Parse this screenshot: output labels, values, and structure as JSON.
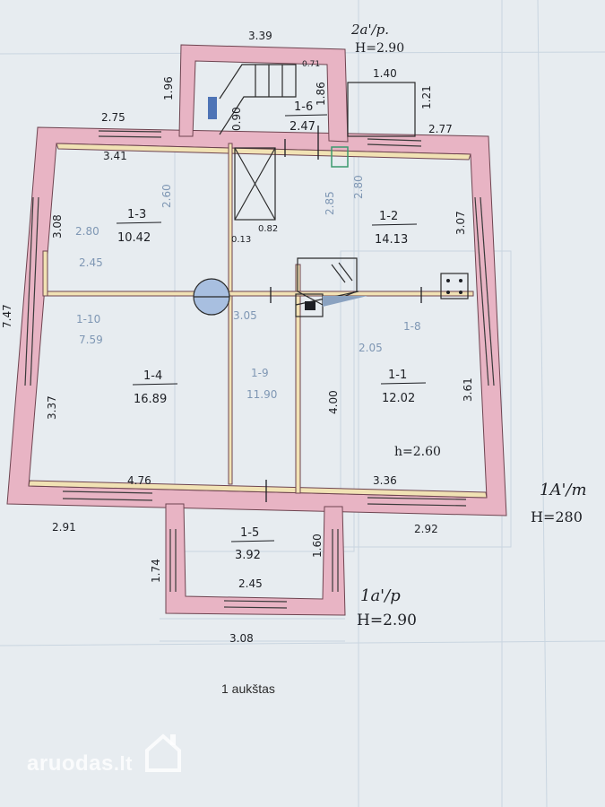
{
  "colors": {
    "paper": "#e7ecf0",
    "wall": "#e8b4c4",
    "inner_wall": "#f1e2b4",
    "ink": "#1d1f24",
    "ghost_ink": "#7f97b4",
    "grid": "#c6d3df"
  },
  "labels": {
    "upper_floor": "2a'/p.",
    "upper_height": "H=2.90",
    "right_block": "1A'/m",
    "right_height": "H=280",
    "porch_block": "1a'/p",
    "porch_height": "H=2.90",
    "room_height": "h=2.60"
  },
  "dimensions": {
    "top_stair": "3.39",
    "stair_side": "1.96",
    "stair_small": "0.71",
    "stair_inner_a": "0.90",
    "stair_inner_b": "1.86",
    "top_right_width": "1.40",
    "top_right_depth": "1.21",
    "top_left": "2.75",
    "top_right": "2.77",
    "room13_width": "3.41",
    "left_upper": "3.08",
    "left_total": "7.47",
    "left_lower": "3.37",
    "pantry_a": "0.13",
    "pantry_b": "0.82",
    "right_upper": "3.07",
    "right_lower": "3.61",
    "mid_wall": "4.00",
    "bottom_left_inner": "4.76",
    "bottom_right_inner": "3.36",
    "bottom_left_outer": "2.91",
    "bottom_right_outer": "2.92",
    "porch_left": "1.74",
    "porch_right": "1.60",
    "porch_inner": "2.45",
    "porch_outer": "3.08"
  },
  "rooms": [
    {
      "id": "1-1",
      "area": "12.02"
    },
    {
      "id": "1-2",
      "area": "14.13"
    },
    {
      "id": "1-3",
      "area": "10.42"
    },
    {
      "id": "1-4",
      "area": "16.89"
    },
    {
      "id": "1-5",
      "area": "3.92"
    },
    {
      "id": "1-6",
      "area": "2.47"
    }
  ],
  "faint": {
    "ghost_a": "2.80",
    "ghost_b": "2.45",
    "ghost_c": "1-10",
    "ghost_d": "7.59",
    "ghost_e": "1-9",
    "ghost_f": "11.90",
    "ghost_g": "3.05",
    "ghost_h": "2.60",
    "ghost_i": "2.85",
    "ghost_j": "2.80",
    "ghost_k": "1-8",
    "ghost_l": "2.05"
  },
  "caption": "1 aukštas",
  "watermark": {
    "brand": "aruodas",
    "tld": ".lt"
  }
}
